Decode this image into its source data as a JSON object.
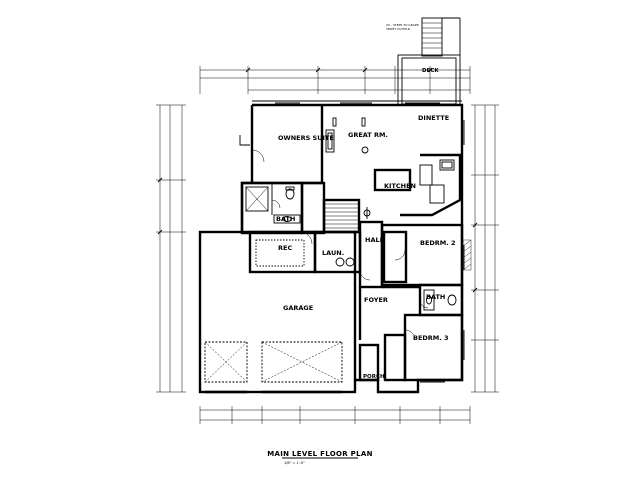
{
  "title": "MAIN LEVEL FLOOR PLAN",
  "scale": "1/8\" = 1'-0\"",
  "rooms": {
    "deck": "DECK",
    "owners_suite": "OWNERS SUITE",
    "great_rm": "GREAT RM.",
    "dinette": "DINETTE",
    "kitchen": "KITCHEN",
    "bath1": "BATH",
    "rec": "REC",
    "laun": "LAUN.",
    "hall": "HALL",
    "bedrm2": "BEDRM. 2",
    "garage": "GARAGE",
    "foyer": "FOYER",
    "bath2": "BATH",
    "bedrm3": "BEDRM. 3",
    "porch": "PORCH"
  }
}
